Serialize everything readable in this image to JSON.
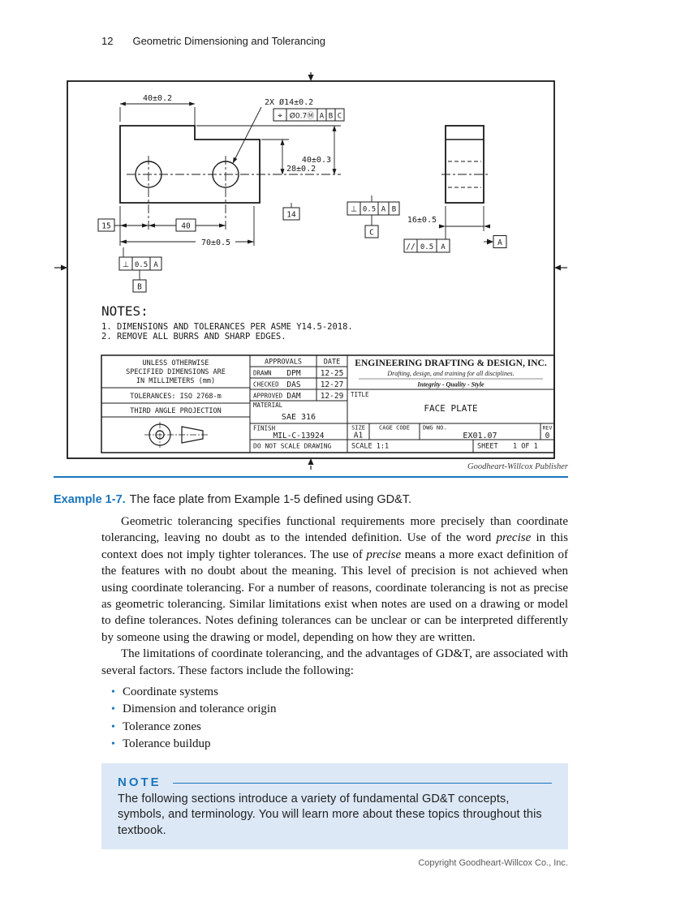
{
  "page_header": {
    "page_number": "12",
    "chapter_title": "Geometric Dimensioning and Tolerancing"
  },
  "figure": {
    "publisher_credit": "Goodheart-Willcox Publisher",
    "caption_label": "Example 1-7.",
    "caption_text": "The face plate from Example 1-5 defined using GD&T."
  },
  "drawing": {
    "notes_heading": "NOTES:",
    "note1": "1.  DIMENSIONS AND TOLERANCES PER ASME Y14.5-2018.",
    "note2": "2.  REMOVE ALL BURRS AND SHARP EDGES.",
    "dims": {
      "width_top": "40±0.2",
      "hole_callout": "2X Ø14±0.2",
      "fcf_position": {
        "symbol": "⌖",
        "tolerance": "Ø0.7Ⓜ",
        "datum1": "A",
        "datum2": "B",
        "datum3": "C"
      },
      "height_right": "40±0.3",
      "height_inner": "28±0.2",
      "basic_14": "14",
      "fcf_perp_c": {
        "symbol": "⊥",
        "tolerance": "0.5",
        "datum1": "A",
        "datum2": "B"
      },
      "datum_c": "C",
      "basic_15": "15",
      "basic_40": "40",
      "width_overall": "70±0.5",
      "fcf_perp_b": {
        "symbol": "⊥",
        "tolerance": "0.5",
        "datum1": "A"
      },
      "datum_b": "B",
      "thickness": "16±0.5",
      "fcf_parallel": {
        "symbol": "//",
        "tolerance": "0.5",
        "datum1": "A"
      },
      "datum_a": "A"
    },
    "titleblock": {
      "unless1": "UNLESS OTHERWISE",
      "unless2": "SPECIFIED DIMENSIONS ARE",
      "unless3": "IN MILLIMETERS (mm)",
      "tolerances": "TOLERANCES: ISO 2768-m",
      "projection": "THIRD ANGLE PROJECTION",
      "approvals": "APPROVALS",
      "date": "DATE",
      "drawn": "DRAWN",
      "drawn_by": "DPM",
      "drawn_date": "12-25",
      "checked": "CHECKED",
      "checked_by": "DAS",
      "checked_date": "12-27",
      "approved": "APPROVED",
      "approved_by": "DAM",
      "approved_date": "12-29",
      "material_label": "MATERIAL",
      "material": "SAE 316",
      "finish_label": "FINISH",
      "finish": "MIL-C-13924",
      "do_not_scale": "DO NOT SCALE DRAWING",
      "company": "ENGINEERING DRAFTING & DESIGN, INC.",
      "tagline": "Drafting, design, and training for all disciplines.",
      "motto": "Integrity - Quality - Style",
      "title_label": "TITLE",
      "title": "FACE PLATE",
      "size_label": "SIZE",
      "size": "A1",
      "cage_label": "CAGE CODE",
      "dwg_label": "DWG NO.",
      "dwg_no": "EX01.07",
      "rev_label": "REV",
      "rev": "0",
      "scale": "SCALE 1:1",
      "sheet_label": "SHEET",
      "sheet": "1 OF 1"
    }
  },
  "body": {
    "p1_a": "Geometric tolerancing specifies functional requirements more precisely than coordinate tolerancing, leaving no doubt as to the intended definition. Use of the word ",
    "p1_i1": "precise",
    "p1_b": " in this context does not imply tighter tolerances. The use of ",
    "p1_i2": "precise",
    "p1_c": " means a more exact definition of the features with no doubt about the meaning. This level of precision is not achieved when using coordinate tolerancing. For a number of reasons, coordinate tolerancing is not as precise as geometric tolerancing. Similar limitations exist when notes are used on a drawing or model to define tolerances. Notes defining tolerances can be unclear or can be interpreted differently by someone using the drawing or model, depending on how they are written.",
    "p2": "The limitations of coordinate tolerancing, and the advantages of GD&T, are associated with several factors. These factors include the following:",
    "bullets": [
      "Coordinate systems",
      "Dimension and tolerance origin",
      "Tolerance zones",
      "Tolerance buildup"
    ]
  },
  "note": {
    "label": "NOTE",
    "text": "The following sections introduce a variety of fundamental GD&T concepts, symbols, and terminology. You will learn more about these topics throughout this textbook."
  },
  "footer": {
    "copyright": "Copyright Goodheart-Willcox Co., Inc."
  }
}
